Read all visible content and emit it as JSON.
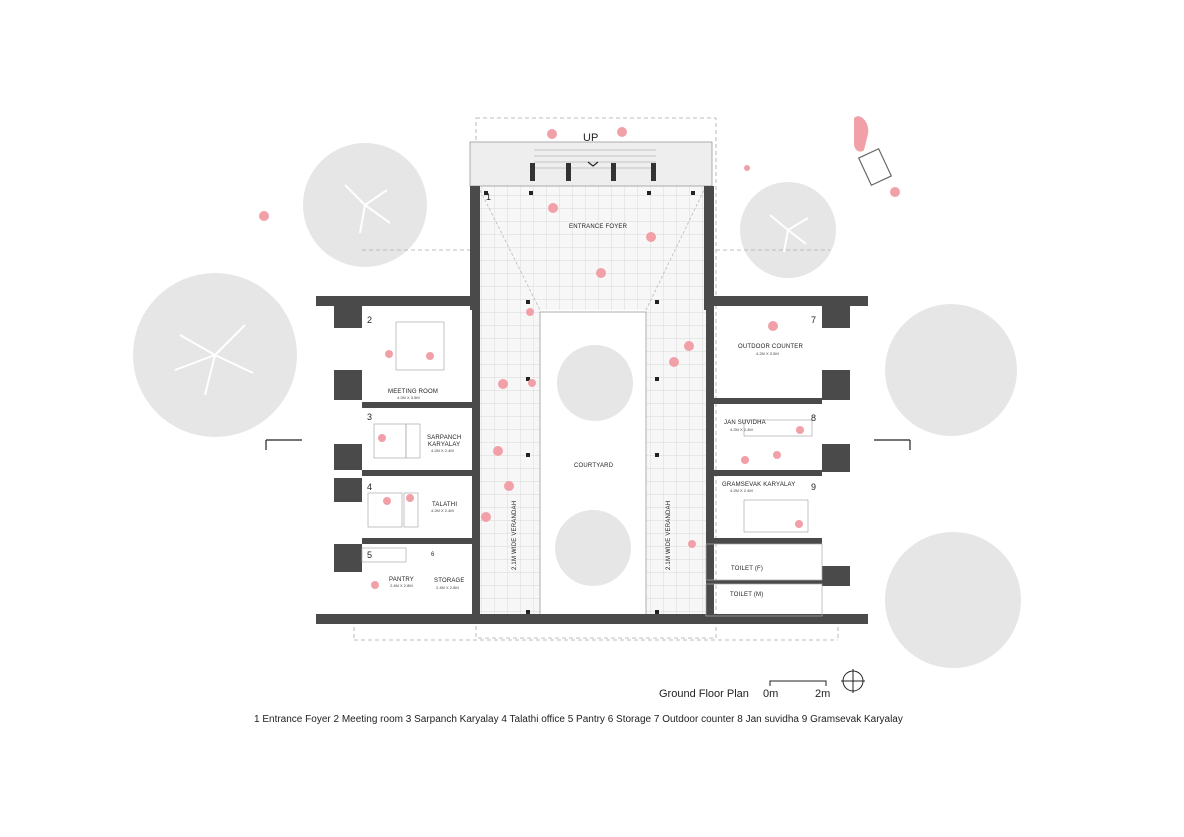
{
  "plan_title": "Ground Floor Plan",
  "scale": {
    "start": "0m",
    "end": "2m"
  },
  "legend": "1 Entrance Foyer  2 Meeting room  3 Sarpanch Karyalay  4 Talathi office  5 Pantry  6 Storage  7 Outdoor counter  8 Jan suvidha  9 Gramsevak Karyalay",
  "stairs_label": "UP",
  "courtyard_label": "COURTYARD",
  "verandah_left": "2.1M WIDE VERANDAH",
  "verandah_right": "2.1M WIDE VERANDAH",
  "rooms": {
    "foyer": {
      "num": "1",
      "name": "ENTRANCE FOYER"
    },
    "meeting": {
      "num": "2",
      "name": "MEETING ROOM",
      "dims": "4.2M X 3.5M"
    },
    "sarpanch": {
      "num": "3",
      "name1": "SARPANCH",
      "name2": "KARYALAY",
      "dims": "4.2M X 2.4M"
    },
    "talathi": {
      "num": "4",
      "name": "TALATHI",
      "dims": "4.2M X 2.4M"
    },
    "pantry": {
      "num": "5",
      "name": "PANTRY",
      "dims": "2.4M X 2.8M"
    },
    "storage": {
      "num": "6",
      "name": "STORAGE",
      "dims": "2.4M X 2.8M"
    },
    "outdoor": {
      "num": "7",
      "name": "OUTDOOR COUNTER",
      "dims": "4.2M X 3.5M"
    },
    "jan": {
      "num": "8",
      "name": "JAN SUVIDHA",
      "dims": "4.2M X 2.4M"
    },
    "gramsevak": {
      "num": "9",
      "name": "GRAMSEVAK KARYALAY",
      "dims": "4.2M X 2.4M"
    },
    "toilet_f": {
      "name": "TOILET (F)"
    },
    "toilet_m": {
      "name": "TOILET (M)"
    }
  },
  "colors": {
    "wall": "#4a4a4a",
    "tree": "#e6e6e6",
    "person": "#f2a0a8",
    "grid": "#cccccc"
  },
  "icons": [
    "tree-icon",
    "person-icon",
    "north-arrow-icon",
    "bicycle-icon"
  ]
}
